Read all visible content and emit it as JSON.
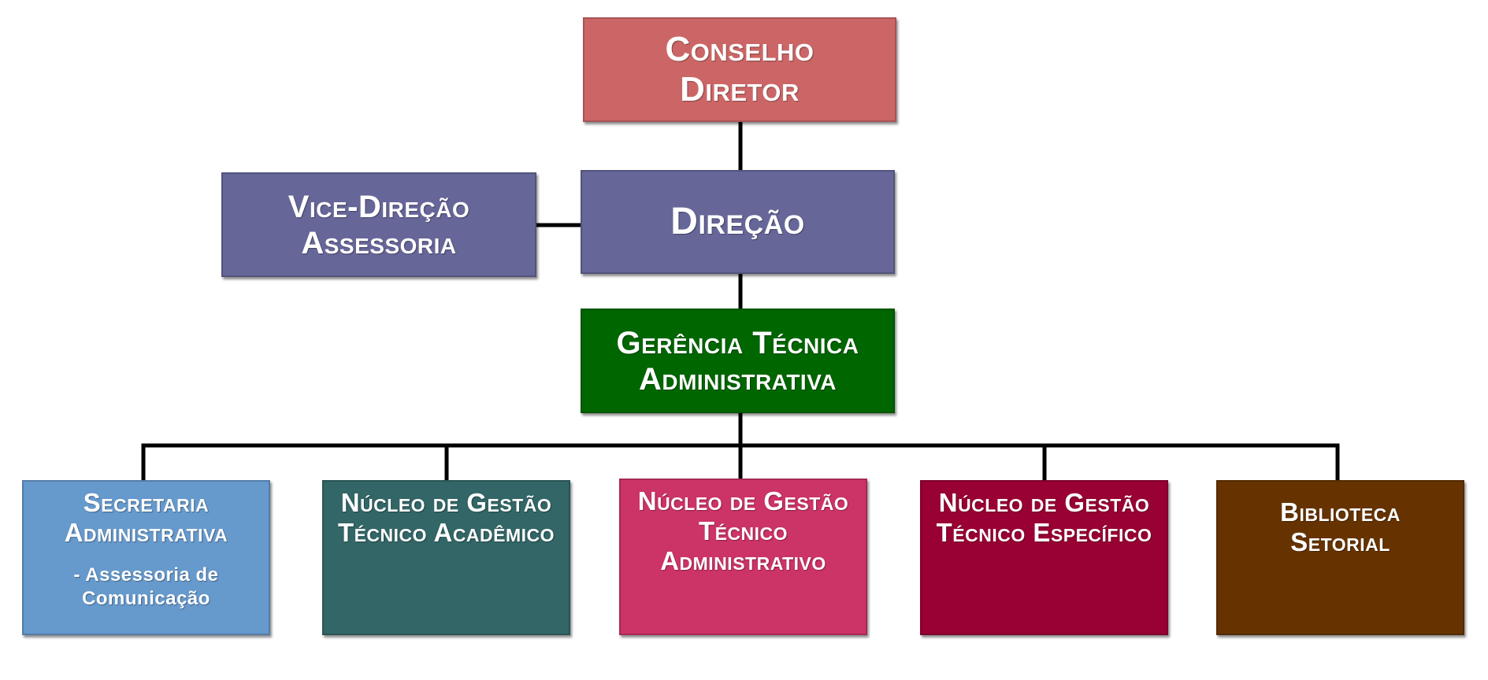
{
  "colors": {
    "conselho": "#cc6666",
    "direcao": "#666699",
    "vice": "#666699",
    "gerencia": "#006600",
    "secretaria": "#6699cc",
    "academico": "#336666",
    "administrativo": "#cc3366",
    "especifico": "#990033",
    "biblioteca": "#663300",
    "connector": "#000000"
  },
  "nodes": {
    "conselho": {
      "lines": [
        "Conselho",
        "Diretor"
      ]
    },
    "direcao": {
      "lines": [
        "Direção"
      ]
    },
    "vice": {
      "lines": [
        "Vice-Direção",
        "Assessoria"
      ]
    },
    "gerencia": {
      "lines": [
        "Gerência Técnica",
        "Administrativa"
      ]
    },
    "secretaria": {
      "lines": [
        "Secretaria",
        "Administrativa"
      ],
      "note": [
        "- Assessoria de",
        "Comunicação"
      ]
    },
    "academico": {
      "lines": [
        "Núcleo de Gestão",
        "Técnico Acadêmico"
      ]
    },
    "administrativo": {
      "lines": [
        "Núcleo de Gestão",
        "Técnico",
        "Administrativo"
      ]
    },
    "especifico": {
      "lines": [
        "Núcleo de Gestão",
        "Técnico Específico"
      ]
    },
    "biblioteca": {
      "lines": [
        "Biblioteca",
        "Setorial"
      ]
    }
  }
}
